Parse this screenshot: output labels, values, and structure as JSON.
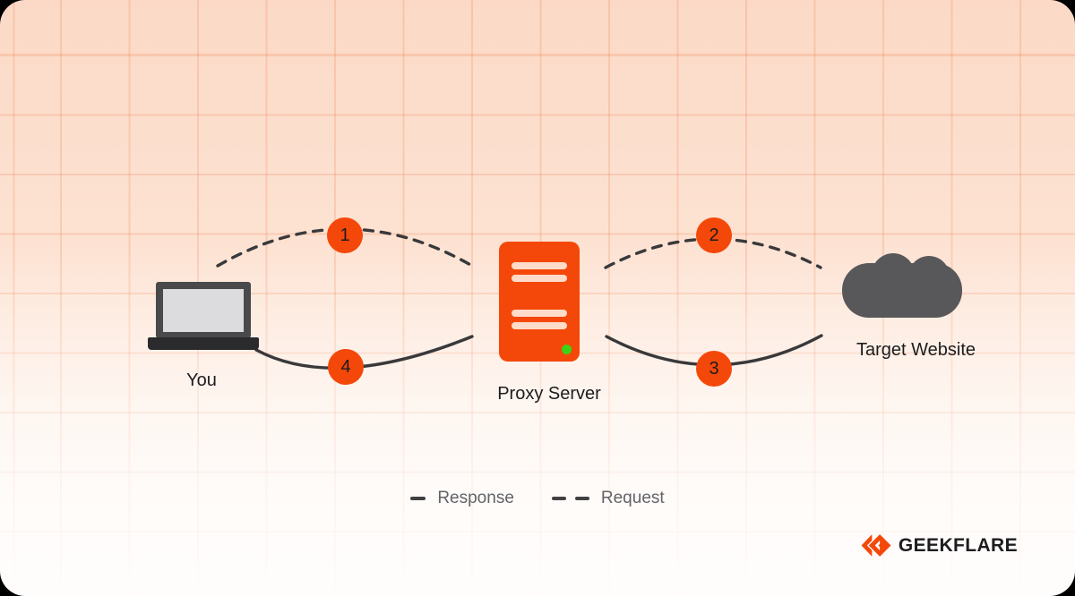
{
  "diagram": {
    "nodes": [
      {
        "id": "you",
        "label": "You",
        "icon": "laptop-icon"
      },
      {
        "id": "proxy",
        "label": "Proxy Server",
        "icon": "server-icon"
      },
      {
        "id": "target",
        "label": "Target Website",
        "icon": "cloud-icon"
      }
    ],
    "steps": [
      {
        "number": "1",
        "type": "request",
        "from": "you",
        "to": "proxy"
      },
      {
        "number": "2",
        "type": "request",
        "from": "proxy",
        "to": "target"
      },
      {
        "number": "3",
        "type": "response",
        "from": "target",
        "to": "proxy"
      },
      {
        "number": "4",
        "type": "response",
        "from": "proxy",
        "to": "you"
      }
    ],
    "legend": {
      "response_label": "Response",
      "response_style": "solid",
      "request_label": "Request",
      "request_style": "dashed"
    },
    "colors": {
      "accent_orange": "#f4480a",
      "line_dark": "#39393b",
      "status_green": "#3bd414",
      "cloud_gray": "#58585a",
      "background_top": "#fbd9c6",
      "background_bottom": "#fffdfc"
    }
  },
  "branding": {
    "logo_text": "GEEKFLARE"
  }
}
